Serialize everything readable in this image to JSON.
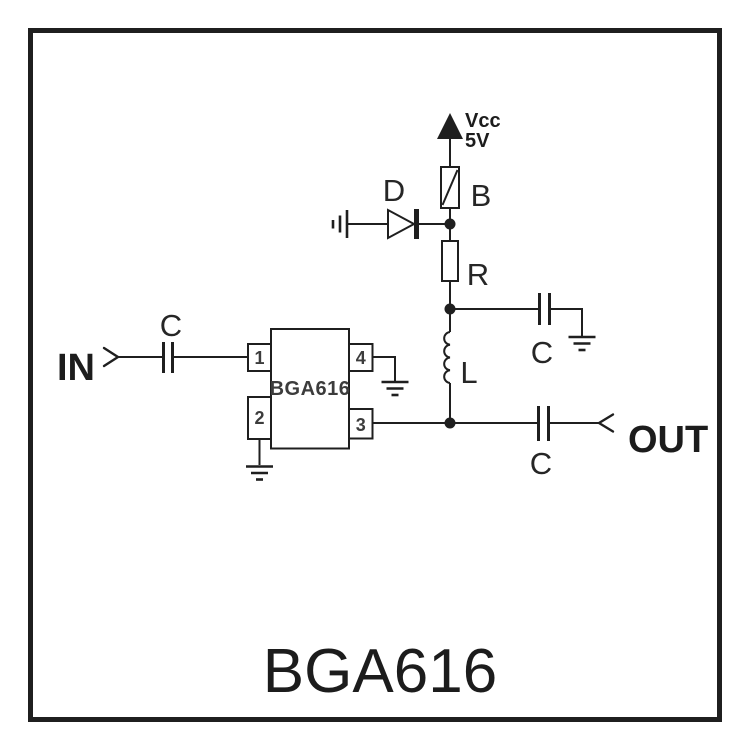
{
  "title": "BGA616",
  "colors": {
    "ink": "#1f1f1f",
    "background": "#ffffff",
    "label": "#262626"
  },
  "power": {
    "name": "Vcc",
    "voltage": "5V"
  },
  "ports": {
    "input": "IN",
    "output": "OUT"
  },
  "ic": {
    "part_number": "BGA616",
    "pins": {
      "p1": "1",
      "p2": "2",
      "p3": "3",
      "p4": "4"
    }
  },
  "components": {
    "diode": "D",
    "bead": "B",
    "resistor": "R",
    "inductor": "L",
    "input_cap": "C",
    "bypass_cap": "C",
    "output_cap": "C"
  }
}
